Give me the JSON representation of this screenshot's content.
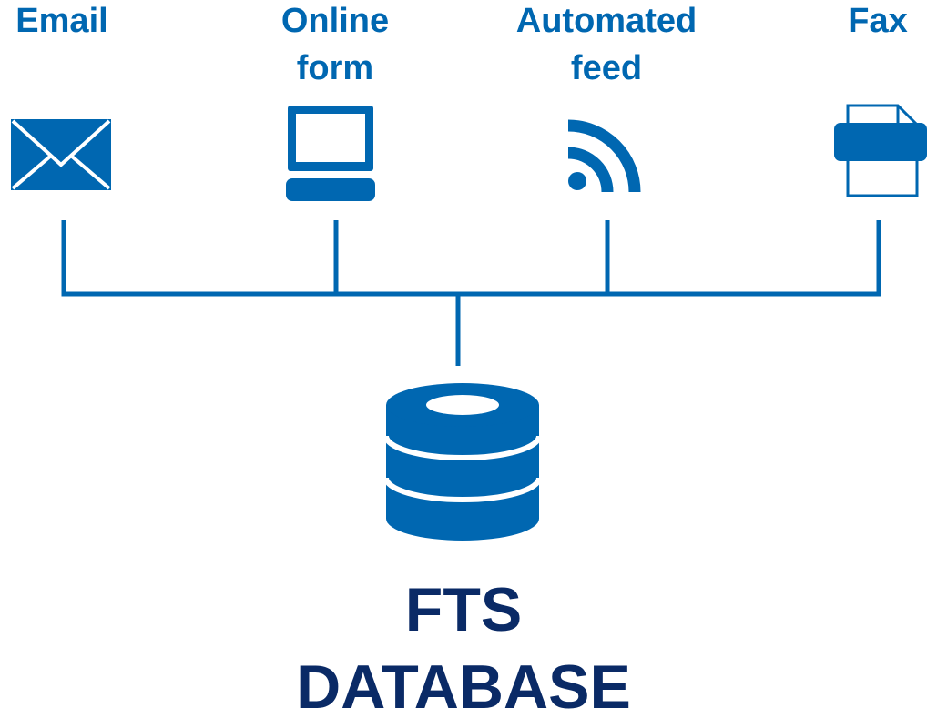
{
  "sources": [
    {
      "label": "Email",
      "icon": "envelope-icon"
    },
    {
      "label": "Online\nform",
      "icon": "computer-icon"
    },
    {
      "label": "Automated\nfeed",
      "icon": "rss-feed-icon"
    },
    {
      "label": "Fax",
      "icon": "fax-icon"
    }
  ],
  "database": {
    "title_line1": "FTS",
    "title_line2": "DATABASE",
    "icon": "database-icon"
  },
  "colors": {
    "icon_blue": "#0067b1",
    "title_navy": "#0a2a66",
    "background": "#ffffff"
  }
}
